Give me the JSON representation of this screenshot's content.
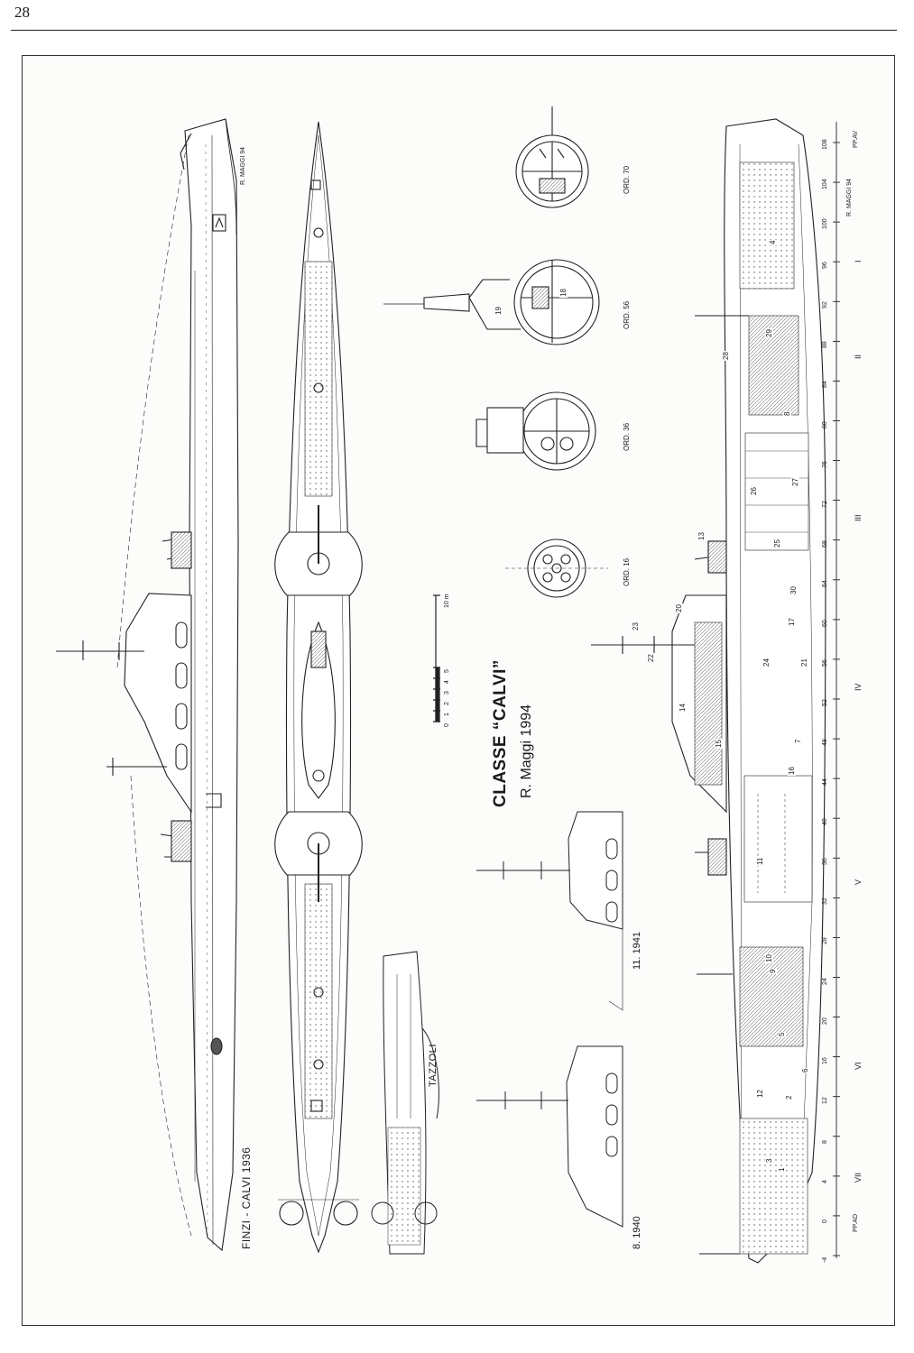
{
  "page": {
    "number": "28"
  },
  "plate": {
    "title": "CLASSE “CALVI”",
    "subtitle": "R. Maggi 1994",
    "signature_1": "R. MAGGI 94",
    "signature_2": "R. MAGGI 94"
  },
  "profile_side": {
    "label": "FINZI - CALVI 1936"
  },
  "tazzoli_view": {
    "label": "TAZZOLI"
  },
  "conning_tower_variants": [
    {
      "label": "11. 1941"
    },
    {
      "label": "8. 1940"
    }
  ],
  "sections": [
    {
      "label": "ORD. 70"
    },
    {
      "label": "ORD. 56"
    },
    {
      "label": "ORD. 36"
    },
    {
      "label": "ORD. 16"
    }
  ],
  "scale": {
    "ticks": [
      "0",
      "1",
      "2",
      "3",
      "4",
      "5",
      "10 m"
    ]
  },
  "frame_numbers": [
    "108",
    "104",
    "100",
    "96",
    "92",
    "88",
    "84",
    "80",
    "76",
    "72",
    "68",
    "64",
    "60",
    "56",
    "52",
    "48",
    "44",
    "40",
    "36",
    "32",
    "28",
    "24",
    "20",
    "16",
    "12",
    "8",
    "4",
    "0",
    "-4"
  ],
  "frame_end_labels": [
    "PP.AV",
    "PP.AD"
  ],
  "compartments": [
    "I",
    "II",
    "III",
    "IV",
    "V",
    "VI",
    "VII"
  ],
  "callouts": [
    "1",
    "2",
    "3",
    "4",
    "5",
    "6",
    "7",
    "8",
    "9",
    "10",
    "11",
    "12",
    "13",
    "14",
    "15",
    "16",
    "17",
    "18",
    "19",
    "20",
    "21",
    "22",
    "23",
    "24",
    "25",
    "26",
    "27",
    "28",
    "29",
    "30"
  ]
}
